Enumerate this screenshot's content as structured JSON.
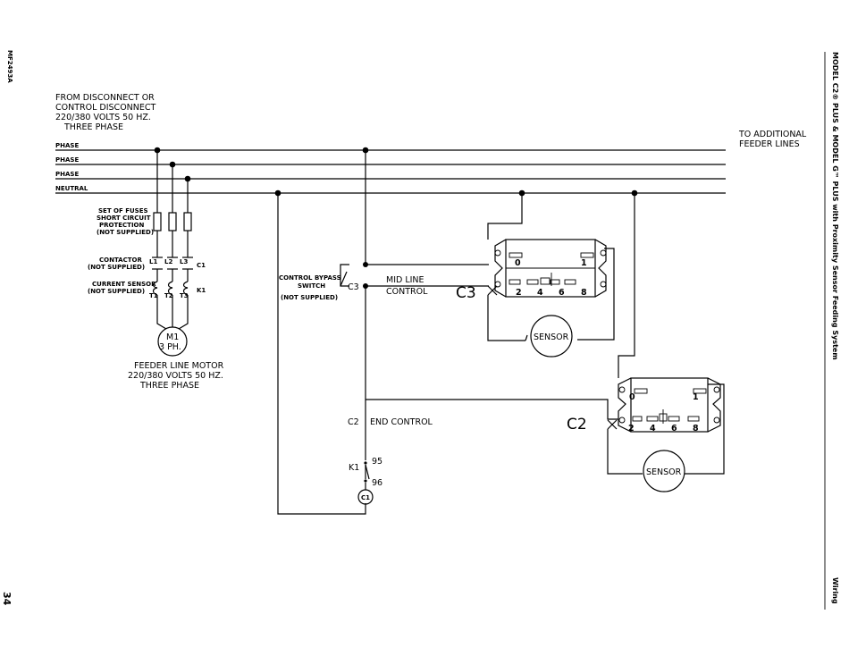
{
  "doc_code": "MF2493A",
  "page_number": "34",
  "side_title": "MODEL C2® PLUS & MODEL G™ PLUS with Proximity Sensor Feeding System",
  "side_section": "Wiring",
  "source": {
    "line1": "FROM DISCONNECT OR",
    "line2": "CONTROL DISCONNECT",
    "line3": "220/380 VOLTS 50 HZ.",
    "line4": "THREE PHASE"
  },
  "bus": {
    "phase": "PHASE",
    "neutral": "NEUTRAL"
  },
  "to_additional": {
    "line1": "TO ADDITIONAL",
    "line2": "FEEDER LINES"
  },
  "fuses": {
    "line1": "SET OF FUSES",
    "line2": "SHORT CIRCUIT",
    "line3": "PROTECTION",
    "line4": "(NOT SUPPLIED)"
  },
  "contactor": {
    "line1": "CONTACTOR",
    "line2": "(NOT SUPPLIED)",
    "l1": "L1",
    "l2": "L2",
    "l3": "L3",
    "c1": "C1"
  },
  "current_sensor": {
    "line1": "CURRENT SENSOR",
    "line2": "(NOT SUPPLIED)",
    "t1": "T1",
    "t2": "T2",
    "t3": "T3",
    "k1": "K1"
  },
  "motor": {
    "id": "M1",
    "ph": "3 PH."
  },
  "motor_caption": {
    "line1": "FEEDER LINE MOTOR",
    "line2": "220/380 VOLTS 50 HZ.",
    "line3": "THREE PHASE"
  },
  "bypass": {
    "line1": "CONTROL BYPASS",
    "line2": "SWITCH",
    "line3": "(NOT SUPPLIED)",
    "c3": "C3"
  },
  "mid_control": {
    "line1": "MID LINE",
    "line2": "CONTROL",
    "big": "C3"
  },
  "end_control": {
    "c2": "C2",
    "label": "END CONTROL",
    "big": "C2"
  },
  "relay_k1": {
    "k1": "K1",
    "t95": "95",
    "t96": "96",
    "coil": "C1"
  },
  "terminals": {
    "t0": "0",
    "t1": "1",
    "t2": "2",
    "t4": "4",
    "t6": "6",
    "t8": "8"
  },
  "sensor_label": "SENSOR"
}
